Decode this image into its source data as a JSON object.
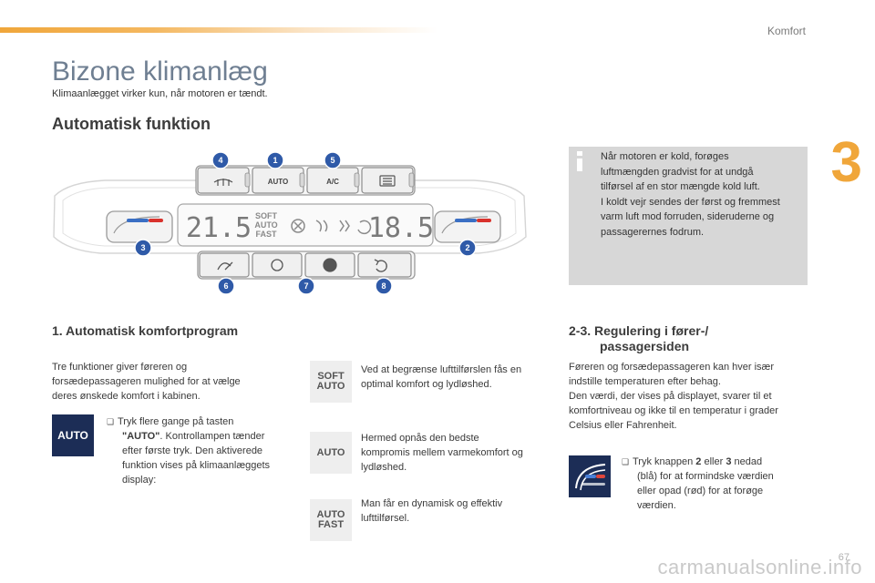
{
  "header": {
    "label": "Komfort",
    "chapter": "3"
  },
  "title": "Bizone klimanlæg",
  "subtitle": "Klimaanlægget virker kun, når motoren er tændt.",
  "section_title": "Automatisk funktion",
  "info_box": {
    "lines": [
      "Når motoren er kold, forøges",
      "luftmængden gradvist for at undgå",
      "tilførsel af en stor mængde kold luft.",
      "I koldt vejr sendes der først og fremmest",
      "varm luft mod forruden, sideruderne og",
      "passagerernes fodrum."
    ]
  },
  "panel": {
    "buttons_top": [
      "AUTO",
      "A/C"
    ],
    "display_left": "21.5",
    "display_right": "18.5",
    "display_modes": [
      "SOFT",
      "AUTO",
      "FAST"
    ],
    "badges": [
      "4",
      "1",
      "5",
      "3",
      "2",
      "6",
      "7",
      "8"
    ]
  },
  "comfort": {
    "heading": "1. Automatisk komfortprogram",
    "intro_lines": [
      "Tre funktioner giver føreren og",
      "forsædepassageren mulighed for at vælge",
      "deres ønskede komfort i kabinen."
    ],
    "auto_tile": "AUTO",
    "step_bullet": "❑",
    "step_prefix": "Tryk flere gange på tasten",
    "step_key": "\"AUTO\"",
    "step_rest_lines": [
      ". Kontrollampen tænder",
      "efter første tryk. Den aktiverede",
      "funktion vises på klimaanlæggets",
      "display:"
    ]
  },
  "modes": [
    {
      "tile_lines": [
        "SOFT",
        "AUTO"
      ],
      "text_lines": [
        "Ved at begrænse lufttilførslen fås en",
        "optimal komfort og lydløshed."
      ]
    },
    {
      "tile_lines": [
        "AUTO"
      ],
      "text_lines": [
        "Hermed opnås den bedste",
        "kompromis mellem varmekomfort og",
        "lydløshed."
      ]
    },
    {
      "tile_lines": [
        "AUTO",
        "FAST"
      ],
      "text_lines": [
        "Man får en dynamisk og effektiv",
        "lufttilførsel."
      ]
    }
  ],
  "regulation": {
    "heading_line1": "2-3. Regulering i fører-/",
    "heading_line2": "passagersiden",
    "text_lines": [
      "Føreren og forsædepassageren kan hver især",
      "indstille temperaturen efter behag.",
      "Den værdi, der vises på displayet, svarer til et",
      "komfortniveau og ikke til en temperatur i grader",
      "Celsius eller Fahrenheit."
    ],
    "step_bullet": "❑",
    "step_a": "Tryk knappen ",
    "step_b2": "2",
    "step_c": " eller ",
    "step_d3": "3",
    "step_e": " nedad",
    "step_lines": [
      "(blå) for at formindske værdien",
      "eller opad (rød) for at forøge",
      "værdien."
    ]
  },
  "footer": {
    "page_number": "67",
    "watermark": "carmanualsonline.info"
  },
  "colors": {
    "accent": "#f0a63a",
    "navy": "#1c2d56",
    "badge": "#2f5aa8",
    "title": "#6f7f92"
  }
}
